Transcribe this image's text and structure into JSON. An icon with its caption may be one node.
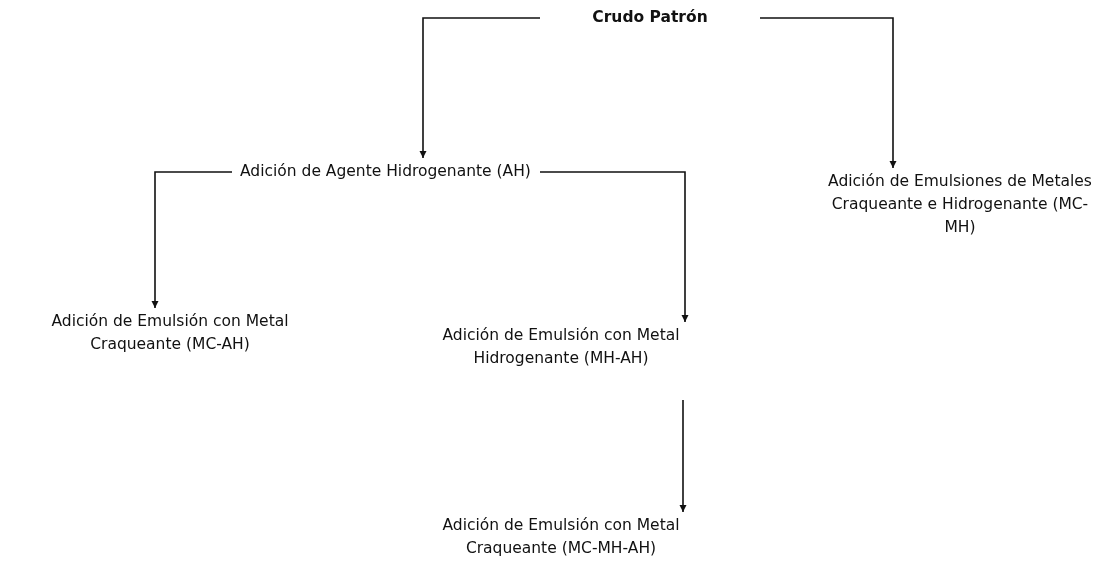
{
  "diagram": {
    "nodes": [
      {
        "text": [
          "Crudo Patrón"
        ]
      },
      {
        "text": [
          "Adición de Agente Hidrogenante (AH)"
        ]
      },
      {
        "text": [
          "Adición de Emulsiones de Metales Craqueante e Hidrogenante (MC-MH)"
        ]
      },
      {
        "text": [
          "Adición de Emulsión con Metal Craqueante (MC-AH)"
        ]
      },
      {
        "text": [
          "Adición de Emulsión con Metal Hidrogenante (MH-AH)"
        ]
      },
      {
        "text": [
          "Adición de Emulsión con Metal Craqueante (MC-MH-AH)"
        ]
      }
    ],
    "edges": [
      {
        "from": 0,
        "to": 1,
        "arrow": "to"
      },
      {
        "from": 0,
        "to": 2,
        "arrow": "to"
      },
      {
        "from": 1,
        "to": 3,
        "arrow": "to"
      },
      {
        "from": 1,
        "to": 4,
        "arrow": "to"
      },
      {
        "from": 4,
        "to": 5,
        "arrow": "to"
      }
    ]
  }
}
